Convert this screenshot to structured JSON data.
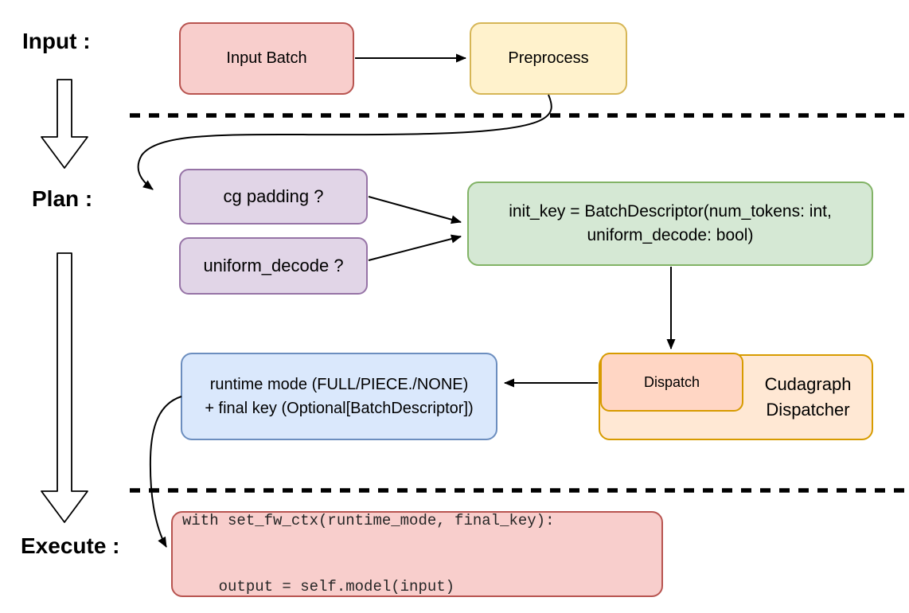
{
  "stage_labels": {
    "input": "Input :",
    "plan": "Plan :",
    "execute": "Execute :"
  },
  "nodes": {
    "input_batch": {
      "label": "Input Batch"
    },
    "preprocess": {
      "label": "Preprocess"
    },
    "cg_padding": {
      "label": "cg padding ?"
    },
    "uniform_decode": {
      "label": "uniform_decode ?"
    },
    "init_key": {
      "line1": "init_key = BatchDescriptor(num_tokens: int,",
      "line2": "uniform_decode: bool)"
    },
    "dispatch": {
      "label": "Dispatch"
    },
    "cudagraph_dispatcher": {
      "line1": "Cudagraph",
      "line2": "Dispatcher"
    },
    "runtime_mode": {
      "line1": "runtime mode (FULL/PIECE./NONE)",
      "line2": "+ final key (Optional[BatchDescriptor])"
    },
    "execute_code": {
      "line1": "with set_fw_ctx(runtime_mode, final_key):",
      "line2": "    output = self.model(input)"
    }
  },
  "colors": {
    "red": {
      "fill": "#f8cecc",
      "stroke": "#b85450"
    },
    "yellow": {
      "fill": "#fff2cc",
      "stroke": "#d6b656"
    },
    "purple": {
      "fill": "#e1d5e7",
      "stroke": "#9673a6"
    },
    "green": {
      "fill": "#d5e8d4",
      "stroke": "#82b366"
    },
    "blue": {
      "fill": "#dae8fc",
      "stroke": "#6c8ebf"
    },
    "orange_outer": {
      "fill": "#ffe8d4",
      "stroke": "#d79b00"
    },
    "orange_inner": {
      "fill": "#ffd6c4",
      "stroke": "#d79b00"
    },
    "connector": "#000000"
  }
}
